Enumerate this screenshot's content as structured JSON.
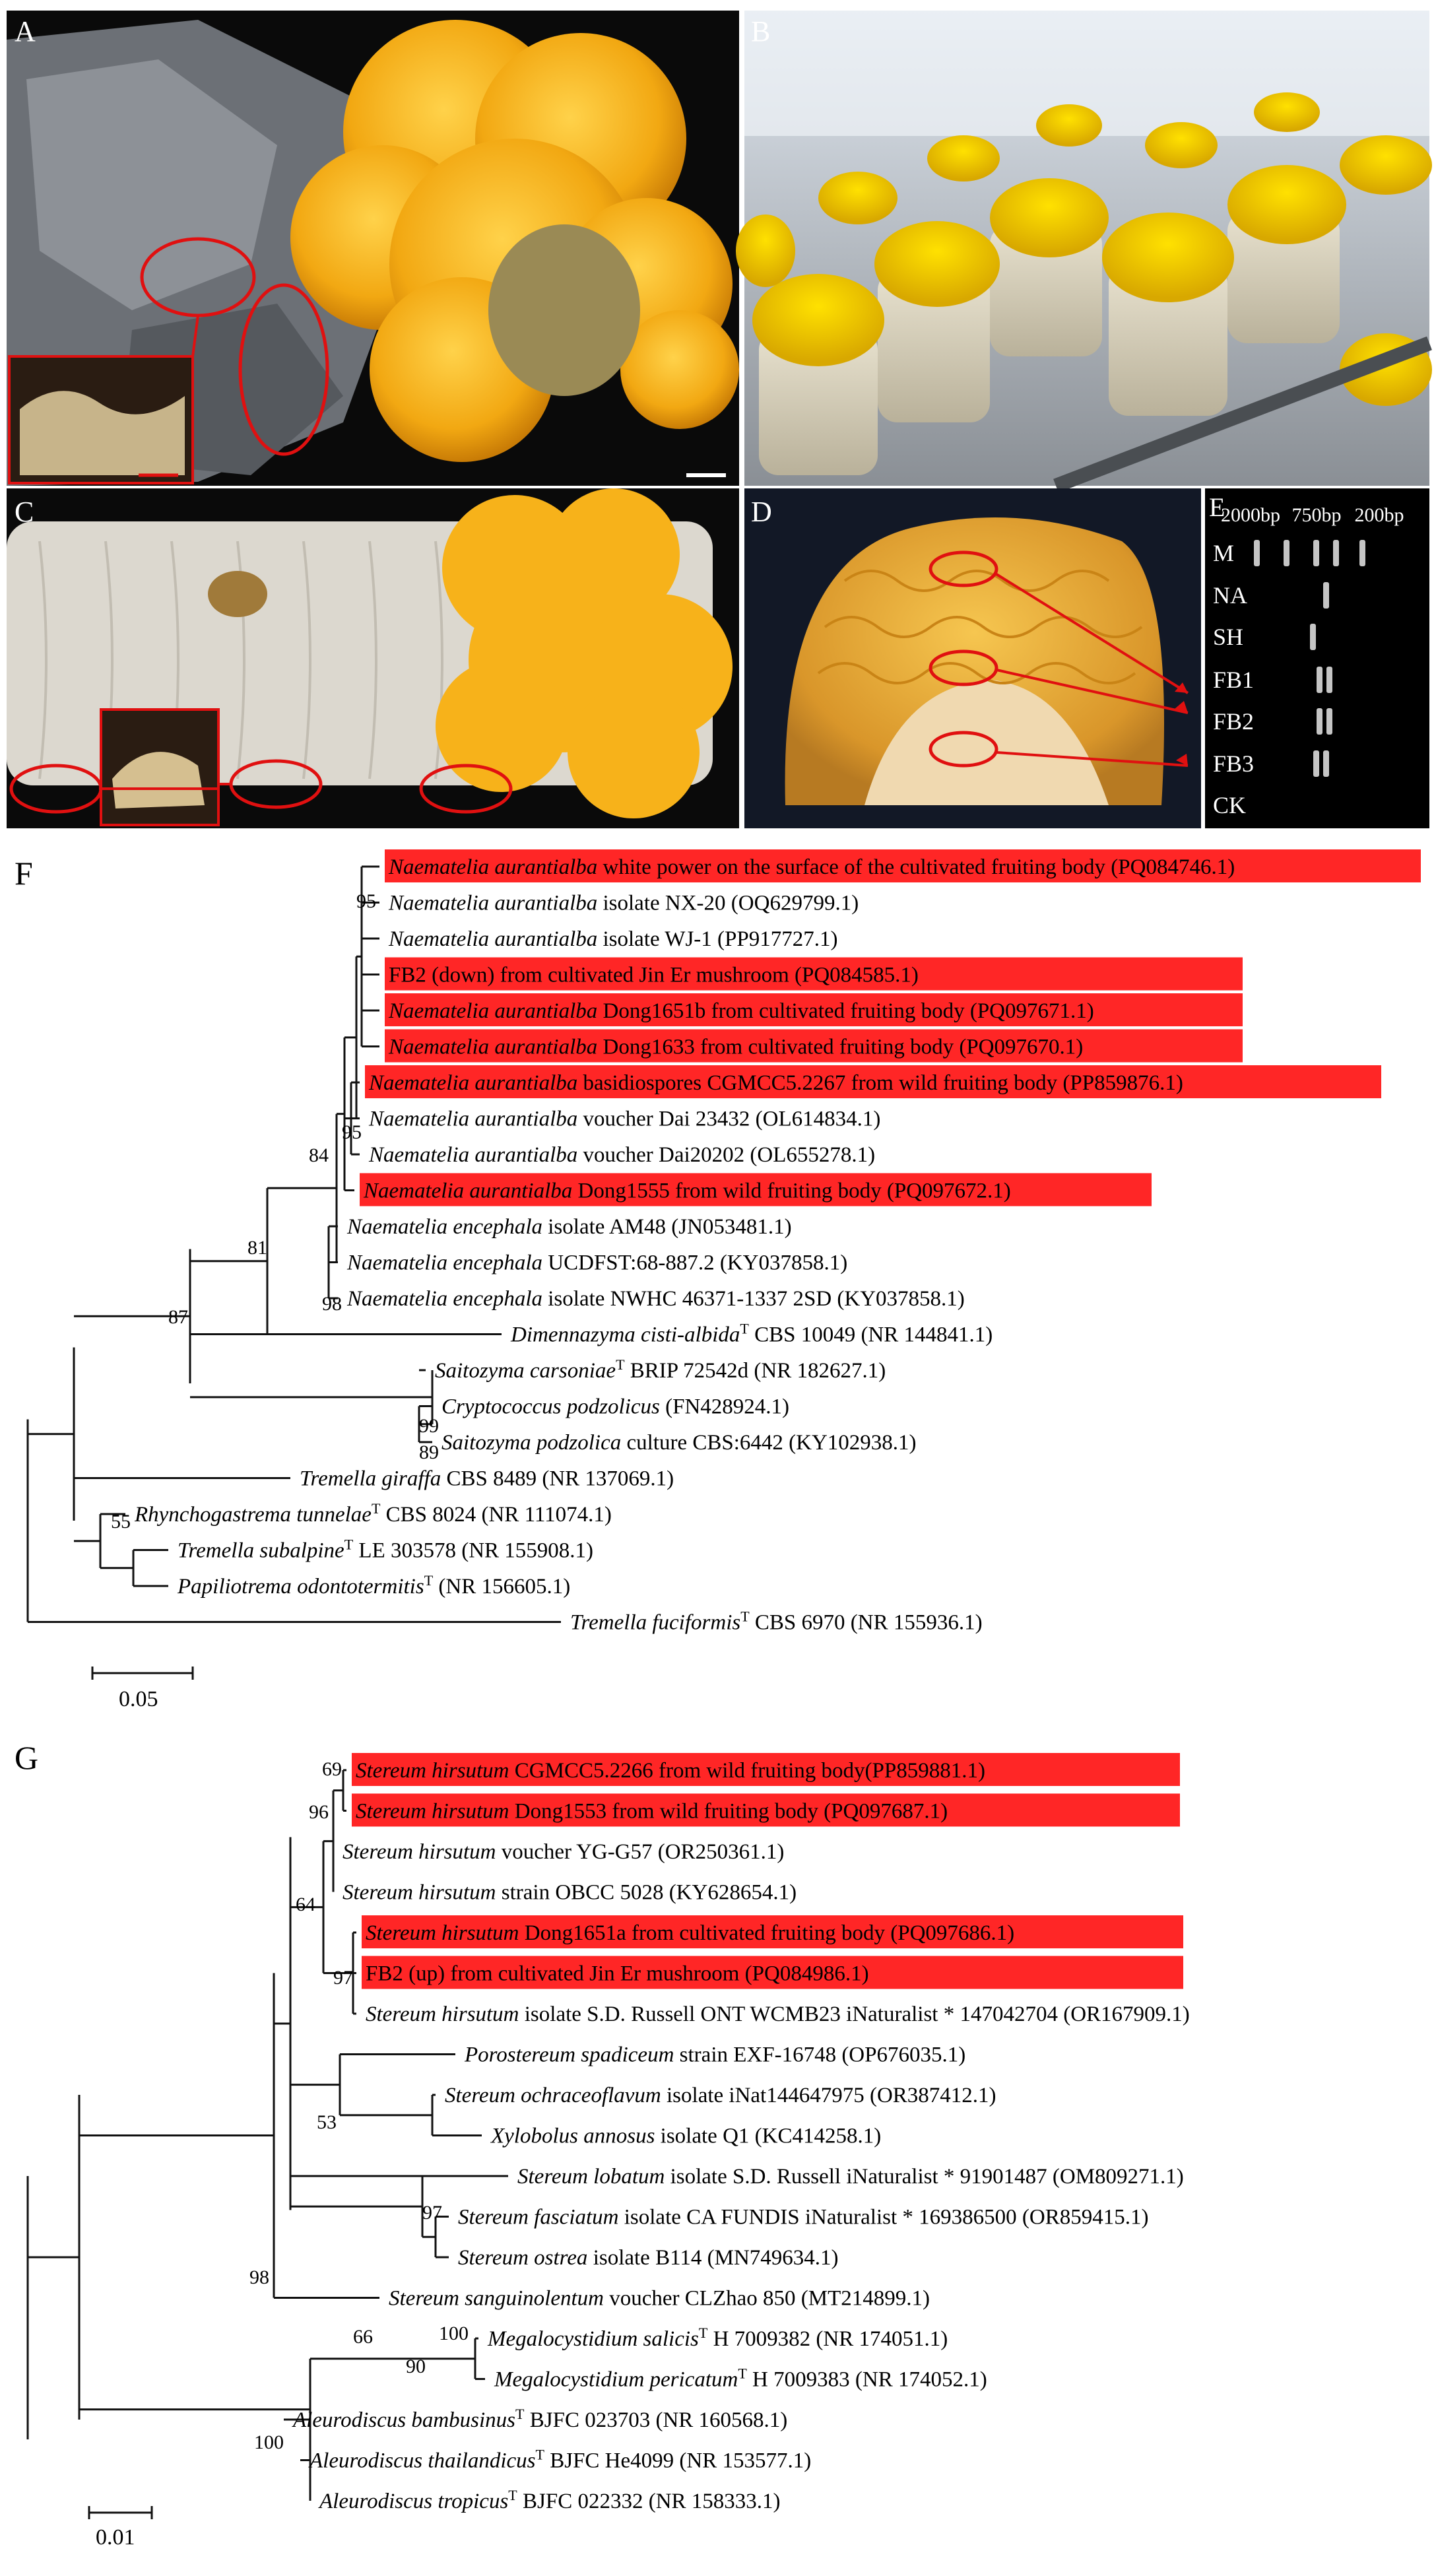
{
  "panels": {
    "A": {
      "label": "A"
    },
    "B": {
      "label": "B"
    },
    "C": {
      "label": "C"
    },
    "D": {
      "label": "D"
    },
    "E": {
      "label": "E",
      "ladder": [
        "2000bp",
        "750bp",
        "200bp"
      ],
      "lanes": [
        "M",
        "NA",
        "SH",
        "FB1",
        "FB2",
        "FB3",
        "CK"
      ]
    }
  },
  "colors": {
    "highlight": "#ff1a1a",
    "circle": "#e01010",
    "branch": "#111111"
  },
  "tree_F": {
    "label": "F",
    "scale": "0.05",
    "taxa": [
      {
        "sp": "Naematelia aurantialba",
        "rest": " white power on the surface of the cultivated fruiting body (PQ084746.1)",
        "hl": true
      },
      {
        "sp": "Naematelia aurantialba",
        "rest": " isolate NX-20  (OQ629799.1)",
        "hl": false
      },
      {
        "sp": "Naematelia aurantialba",
        "rest": " isolate WJ-1  (PP917727.1)",
        "hl": false
      },
      {
        "sp": "",
        "rest": "FB2 (down) from cultivated Jin Er mushroom (PQ084585.1)",
        "hl": true
      },
      {
        "sp": "Naematelia aurantialba",
        "rest": " Dong1651b from cultivated fruiting body (PQ097671.1)",
        "hl": true
      },
      {
        "sp": "Naematelia aurantialba",
        "rest": " Dong1633 from cultivated fruiting body (PQ097670.1)",
        "hl": true
      },
      {
        "sp": "Naematelia aurantialba",
        "rest": " basidiospores CGMCC5.2267 from wild fruiting body (PP859876.1)",
        "hl": true
      },
      {
        "sp": "Naematelia aurantialba",
        "rest": " voucher Dai 23432  (OL614834.1)",
        "hl": false
      },
      {
        "sp": "Naematelia aurantialba",
        "rest": " voucher Dai20202  (OL655278.1)",
        "hl": false
      },
      {
        "sp": "Naematelia aurantialba",
        "rest": " Dong1555 from wild fruiting body (PQ097672.1)",
        "hl": true
      },
      {
        "sp": "Naematelia encephala",
        "rest": " isolate AM48  (JN053481.1)",
        "hl": false
      },
      {
        "sp": "Naematelia encephala",
        "rest": " UCDFST:68-887.2  (KY037858.1)",
        "hl": false
      },
      {
        "sp": "Naematelia encephala",
        "rest": " isolate NWHC 46371-1337  2SD  (KY037858.1)",
        "hl": false
      },
      {
        "sp": "Dimennazyma cisti-albida",
        "rest": " CBS 10049  (NR 144841.1)",
        "hl": false,
        "T": true
      },
      {
        "sp": "Saitozyma carsoniae",
        "rest": " BRIP 72542d  (NR 182627.1)",
        "hl": false,
        "T": true
      },
      {
        "sp": "Cryptococcus podzolicus",
        "rest": " (FN428924.1)",
        "hl": false
      },
      {
        "sp": "Saitozyma podzolica",
        "rest": " culture CBS:6442  (KY102938.1)",
        "hl": false
      },
      {
        "sp": "Tremella giraffa",
        "rest": " CBS 8489  (NR 137069.1)",
        "hl": false
      },
      {
        "sp": "Rhynchogastrema tunnelae",
        "rest": " CBS 8024  (NR 111074.1)",
        "hl": false,
        "T": true
      },
      {
        "sp": "Tremella subalpine",
        "rest": " LE 303578  (NR 155908.1)",
        "hl": false,
        "T": true
      },
      {
        "sp": "Papiliotrema odontotermitis",
        "rest": " (NR 156605.1)",
        "hl": false,
        "T": true
      },
      {
        "sp": "Tremella fuciformis",
        "rest": " CBS 6970  (NR 155936.1)",
        "hl": false,
        "T": true
      }
    ],
    "bootstrap": [
      "95",
      "95",
      "84",
      "81",
      "98",
      "87",
      "99",
      "89",
      "55"
    ]
  },
  "tree_G": {
    "label": "G",
    "scale": "0.01",
    "taxa": [
      {
        "sp": "Stereum hirsutum",
        "rest": " CGMCC5.2266 from wild fruiting body(PP859881.1)",
        "hl": true
      },
      {
        "sp": "Stereum hirsutum",
        "rest": " Dong1553 from wild fruiting body (PQ097687.1)",
        "hl": true
      },
      {
        "sp": "Stereum hirsutum",
        "rest": " voucher YG-G57  (OR250361.1)",
        "hl": false
      },
      {
        "sp": "Stereum hirsutum",
        "rest": " strain OBCC 5028  (KY628654.1)",
        "hl": false
      },
      {
        "sp": "Stereum hirsutum",
        "rest": " Dong1651a from cultivated fruiting body (PQ097686.1)",
        "hl": true
      },
      {
        "sp": "",
        "rest": "FB2 (up) from cultivated Jin Er mushroom (PQ084986.1)",
        "hl": true
      },
      {
        "sp": "Stereum hirsutum",
        "rest": " isolate S.D. Russell ONT WCMB23 iNaturalist * 147042704  (OR167909.1)",
        "hl": false
      },
      {
        "sp": "Porostereum spadiceum",
        "rest": " strain EXF-16748  (OP676035.1)",
        "hl": false
      },
      {
        "sp": "Stereum ochraceoflavum",
        "rest": " isolate iNat144647975  (OR387412.1)",
        "hl": false
      },
      {
        "sp": "Xylobolus annosus",
        "rest": " isolate Q1  (KC414258.1)",
        "hl": false
      },
      {
        "sp": "Stereum lobatum",
        "rest": " isolate S.D. Russell iNaturalist * 91901487  (OM809271.1)",
        "hl": false
      },
      {
        "sp": "Stereum fasciatum",
        "rest": " isolate CA FUNDIS iNaturalist * 169386500  (OR859415.1)",
        "hl": false
      },
      {
        "sp": "Stereum ostrea",
        "rest": " isolate B114  (MN749634.1)",
        "hl": false
      },
      {
        "sp": "Stereum sanguinolentum",
        "rest": " voucher CLZhao 850  (MT214899.1)",
        "hl": false
      },
      {
        "sp": "Megalocystidium salicis",
        "rest": " H 7009382  (NR 174051.1)",
        "hl": false,
        "T": true
      },
      {
        "sp": "Megalocystidium pericatum",
        "rest": " H 7009383  (NR 174052.1)",
        "hl": false,
        "T": true
      },
      {
        "sp": "Aleurodiscus bambusinus",
        "rest": " BJFC 023703  (NR 160568.1)",
        "hl": false,
        "T": true
      },
      {
        "sp": "Aleurodiscus thailandicus",
        "rest": " BJFC He4099  (NR 153577.1)",
        "hl": false,
        "T": true
      },
      {
        "sp": "Aleurodiscus tropicus",
        "rest": " BJFC 022332  (NR 158333.1)",
        "hl": false,
        "T": true
      }
    ],
    "bootstrap": [
      "69",
      "96",
      "64",
      "97",
      "53",
      "97",
      "98",
      "66",
      "90",
      "100",
      "100"
    ]
  }
}
